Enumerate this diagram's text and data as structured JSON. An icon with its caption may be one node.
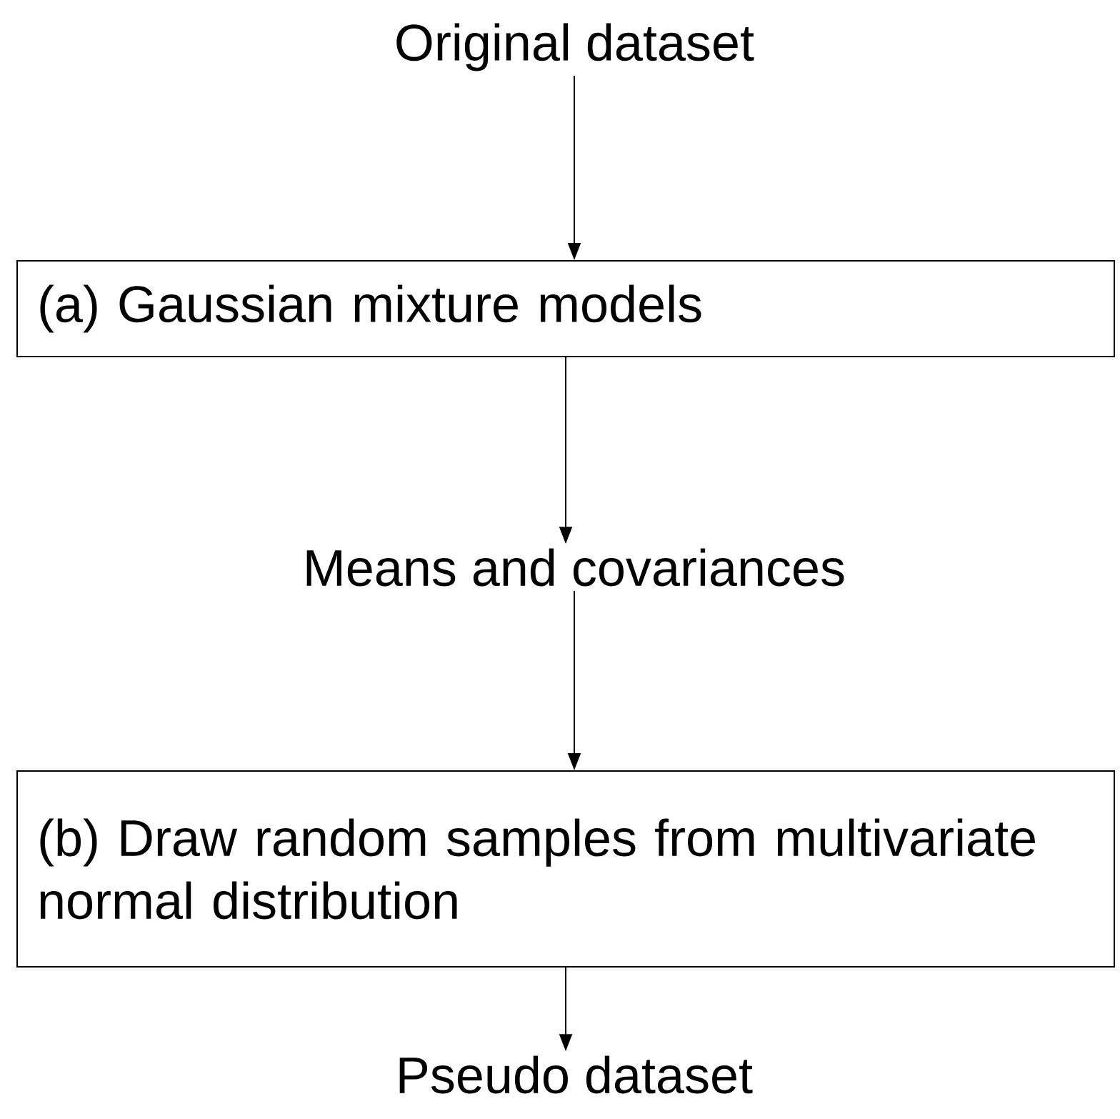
{
  "diagram": {
    "nodes": [
      {
        "text": [
          "Original dataset"
        ]
      },
      {
        "text": [
          "(a) Gaussian mixture models"
        ]
      },
      {
        "text": [
          "Means and covariances"
        ]
      },
      {
        "text": [
          "(b) Draw random samples from multivariate normal distribution"
        ]
      },
      {
        "text": [
          "Pseudo dataset"
        ]
      }
    ],
    "edges": [
      {
        "from": 0,
        "to": 1,
        "arrow": "to"
      },
      {
        "from": 1,
        "to": 2,
        "arrow": "to"
      },
      {
        "from": 2,
        "to": 3,
        "arrow": "to"
      },
      {
        "from": 3,
        "to": 4,
        "arrow": "to"
      }
    ]
  }
}
